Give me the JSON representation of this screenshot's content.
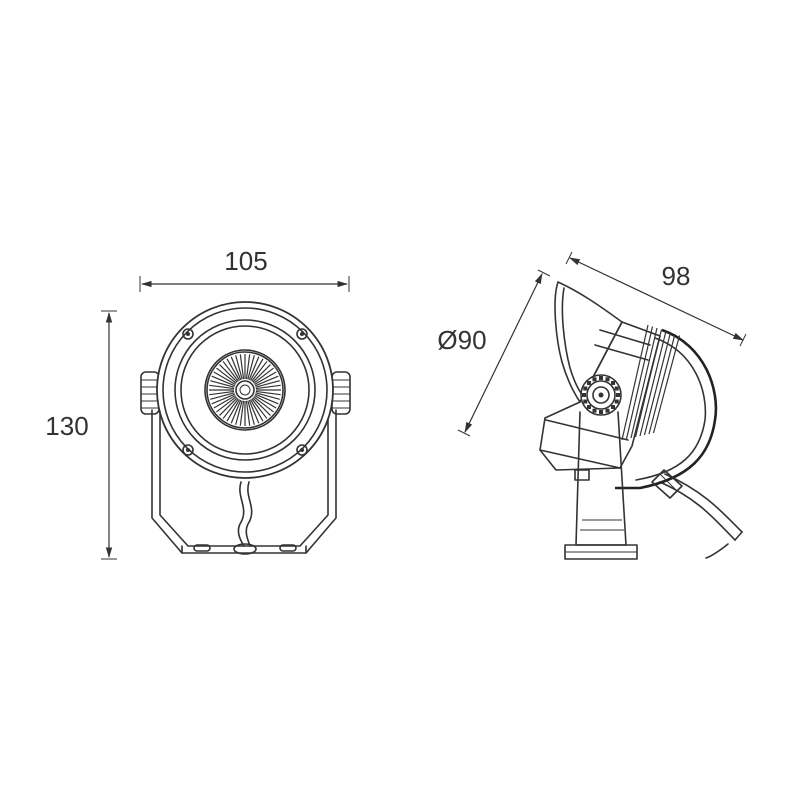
{
  "dimensions": {
    "front_width": "105",
    "front_height": "130",
    "side_diameter": "Ø90",
    "side_length": "98"
  },
  "colors": {
    "line": "#333333",
    "background": "#ffffff"
  }
}
